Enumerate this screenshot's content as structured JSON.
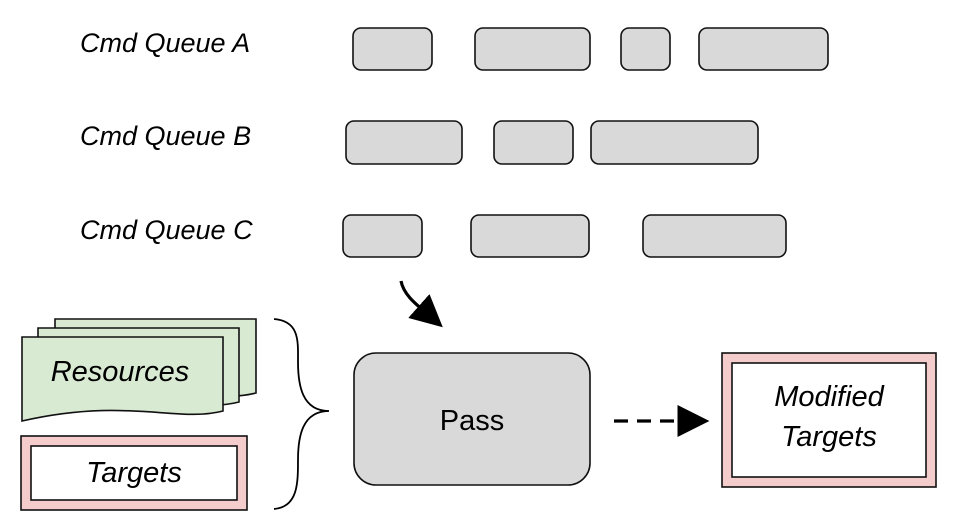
{
  "colors": {
    "block_fill": "#d9d9d9",
    "stroke": "#111111",
    "resource_fill": "#d9ead3",
    "target_border": "#ea9999",
    "target_outer_fill": "#f4cccc",
    "target_inner_fill": "#ffffff"
  },
  "queues": [
    {
      "label": "Cmd Queue A"
    },
    {
      "label": "Cmd Queue B"
    },
    {
      "label": "Cmd Queue C"
    }
  ],
  "inputs": {
    "resources_label": "Resources",
    "targets_label": "Targets"
  },
  "pass": {
    "label": "Pass"
  },
  "output": {
    "label_line1": "Modified",
    "label_line2": "Targets"
  },
  "icons": {
    "curved_arrow": "curved-arrow-icon",
    "dashed_arrow": "dashed-arrow-icon",
    "brace": "curly-brace-icon"
  }
}
